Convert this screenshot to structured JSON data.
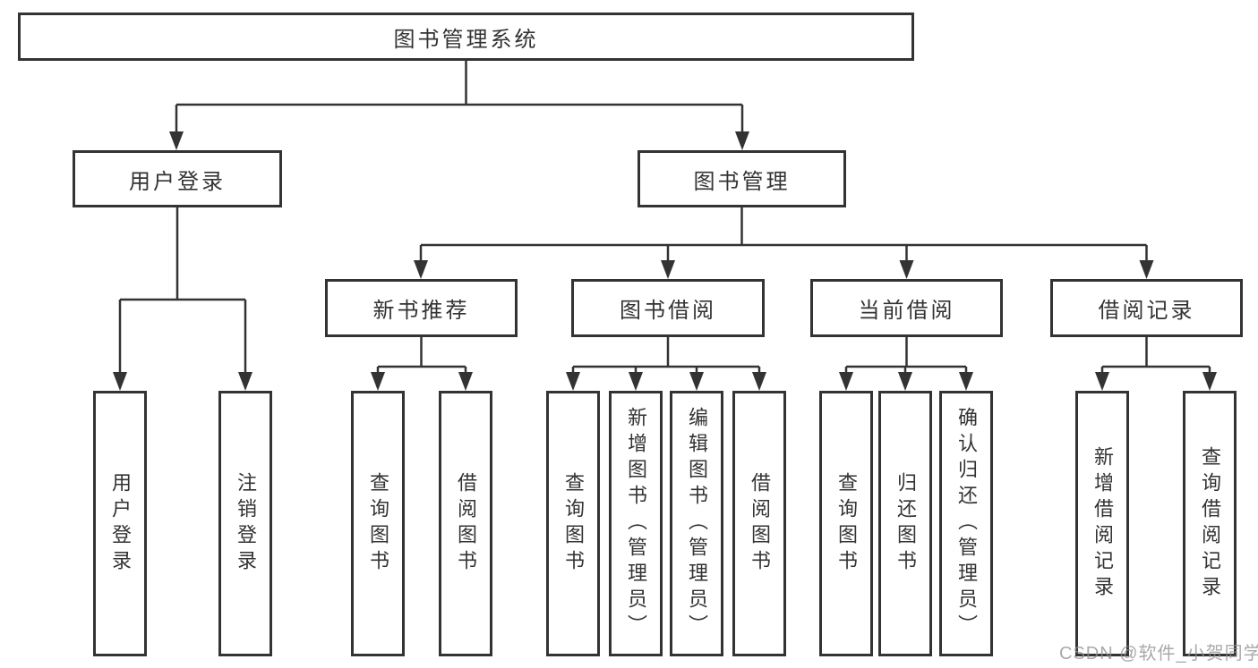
{
  "diagram": {
    "root": {
      "label": "图书管理系统"
    },
    "level1": [
      {
        "label": "用户登录"
      },
      {
        "label": "图书管理"
      }
    ],
    "level2": [
      {
        "label": "新书推荐"
      },
      {
        "label": "图书借阅"
      },
      {
        "label": "当前借阅"
      },
      {
        "label": "借阅记录"
      }
    ],
    "leaves": {
      "user_login": [
        {
          "label": "用户登录"
        },
        {
          "label": "注销登录"
        }
      ],
      "new_book": [
        {
          "label": "查询图书"
        },
        {
          "label": "借阅图书"
        }
      ],
      "book_borrow": [
        {
          "label": "查询图书"
        },
        {
          "label": "新增图书（管理员）"
        },
        {
          "label": "编辑图书（管理员）"
        },
        {
          "label": "借阅图书"
        }
      ],
      "current_borrow": [
        {
          "label": "查询图书"
        },
        {
          "label": "归还图书"
        },
        {
          "label": "确认归还（管理员）"
        }
      ],
      "borrow_records": [
        {
          "label": "新增借阅记录"
        },
        {
          "label": "查询借阅记录"
        }
      ]
    }
  },
  "colors": {
    "line": "#333333",
    "text": "#333333",
    "background": "#ffffff",
    "watermark": "#919191"
  },
  "watermark": {
    "text": "CSDN @软件_小贺同学"
  }
}
